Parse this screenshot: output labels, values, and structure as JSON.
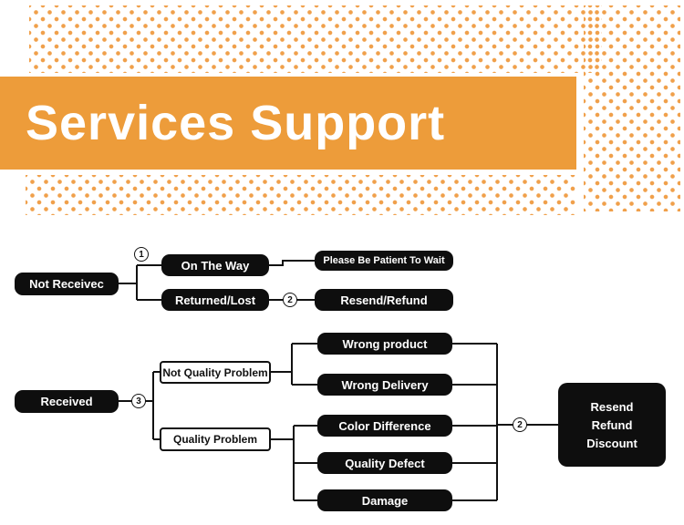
{
  "banner": {
    "title": "Services Support",
    "bg_color": "#ED9C3A",
    "dot_color": "#F0A04B",
    "text_color": "#FFFFFF"
  },
  "flowchart": {
    "nodes": {
      "not_received": "Not Receivec",
      "on_the_way": "On The Way",
      "returned_lost": "Returned/Lost",
      "please_wait": "Please Be Patient To Wait",
      "resend_refund": "Resend/Refund",
      "received": "Received",
      "not_quality_problem": "Not Quality Problem",
      "quality_problem": "Quality Problem",
      "wrong_product": "Wrong product",
      "wrong_delivery": "Wrong Delivery",
      "color_difference": "Color Difference",
      "quality_defect": "Quality Defect",
      "damage": "Damage",
      "final_lines": [
        "Resend",
        "Refund",
        "Discount"
      ]
    },
    "branch_labels": {
      "b1": "1",
      "b2": "2",
      "b3": "3",
      "b2_final": "2"
    },
    "node_bg_color": "#0E0E0E",
    "line_color": "#111111"
  }
}
